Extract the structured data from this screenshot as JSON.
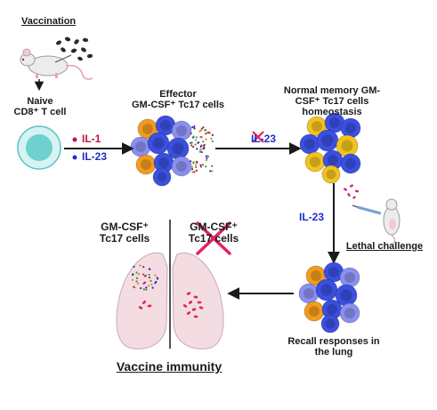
{
  "labels": {
    "vaccination": "Vaccination",
    "naive_1": "Naive",
    "naive_2": "CD8⁺ T cell",
    "effector_1": "Effector",
    "effector_2": "GM-CSF⁺ Tc17 cells",
    "il1": "IL-1",
    "il23_top": "IL-23",
    "il23_crossed": "IL-23",
    "memory_1": "Normal memory GM-",
    "memory_2": "CSF⁺ Tc17 cells",
    "memory_3": "homeostasis",
    "il23_right": "IL-23",
    "lethal": "Lethal challenge",
    "recall_1": "Recall responses in",
    "recall_2": "the lung",
    "gm_pos_1": "GM-CSF⁺",
    "gm_pos_2": "Tc17 cells",
    "gm_neg_1": "GM-CSF⁺",
    "gm_neg_2": "Tc17 cells",
    "immunity": "Vaccine immunity"
  },
  "colors": {
    "il1": "#c0143c",
    "il23": "#1e2fc8",
    "cross": "#e0245e",
    "cell_blue": "#3b4fe0",
    "cell_orange": "#f29b1e",
    "cell_yellow": "#f2c21e",
    "cell_lavender": "#8a8ff0",
    "lung": "#f3dde3",
    "naive_cell": "#7fd8d8"
  },
  "icons": [
    "mouse-icon",
    "yeast-icon",
    "naive-t-cell-icon",
    "effector-cluster-icon",
    "memory-cluster-icon",
    "recall-cluster-icon",
    "syringe-icon",
    "lung-icon",
    "cross-mark-icon"
  ]
}
